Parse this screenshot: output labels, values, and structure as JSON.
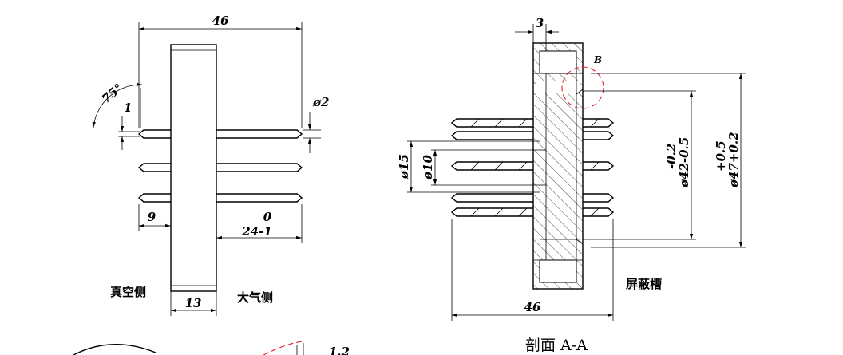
{
  "left_view": {
    "dims": {
      "width_total": "46",
      "angle": "75°",
      "chamfer": "1",
      "pin_dia": "ø2",
      "offset": "9",
      "tol_upper": "0",
      "length": "24-1",
      "body_width": "13"
    },
    "labels": {
      "vacuum_side": "真空侧",
      "atmosphere_side": "大气侧"
    }
  },
  "section_view": {
    "dims": {
      "thickness": "3",
      "detail_marker": "B",
      "dia15": "ø15",
      "dia10": "ø10",
      "dia42_tol": "-0.2",
      "dia42": "ø42-0.5",
      "dia47_tol": "+0.5",
      "dia47": "ø47+0.2",
      "width_total": "46"
    },
    "labels": {
      "shield_groove": "屏蔽槽",
      "section_title": "剖面 A-A"
    }
  },
  "bottom_fragment": {
    "text": "1.2"
  }
}
